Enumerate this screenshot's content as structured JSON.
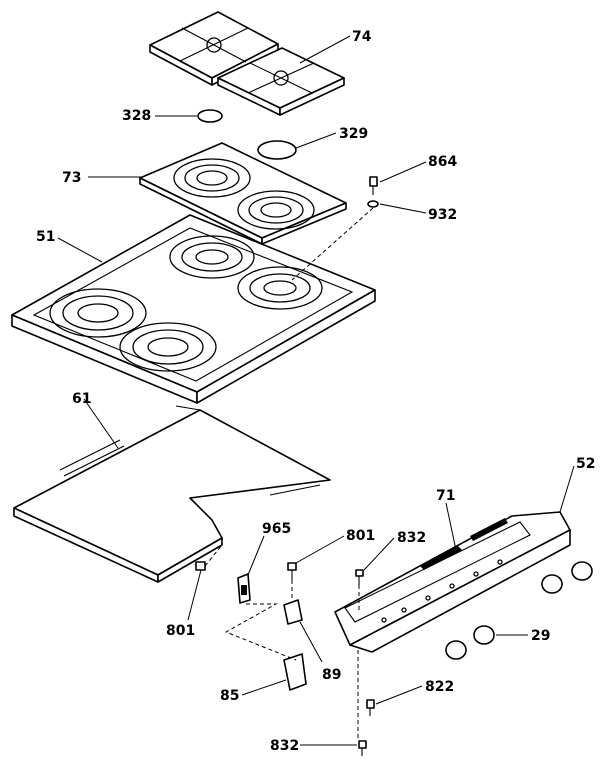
{
  "parts": [
    {
      "id": "74",
      "name": "grate"
    },
    {
      "id": "328",
      "name": "cap-small"
    },
    {
      "id": "329",
      "name": "cap-large"
    },
    {
      "id": "73",
      "name": "drip-tray-rear"
    },
    {
      "id": "864",
      "name": "screw"
    },
    {
      "id": "932",
      "name": "washer"
    },
    {
      "id": "51",
      "name": "cooktop"
    },
    {
      "id": "61",
      "name": "bottom-panel"
    },
    {
      "id": "965",
      "name": "bracket-clip"
    },
    {
      "id": "801",
      "name": "screw-top"
    },
    {
      "id": "801",
      "name": "screw-left"
    },
    {
      "id": "832",
      "name": "screw-upper"
    },
    {
      "id": "71",
      "name": "manifold-panel"
    },
    {
      "id": "52",
      "name": "control-panel"
    },
    {
      "id": "29",
      "name": "knob"
    },
    {
      "id": "89",
      "name": "bracket"
    },
    {
      "id": "85",
      "name": "switch"
    },
    {
      "id": "822",
      "name": "screw-bottom"
    },
    {
      "id": "832",
      "name": "screw-lower"
    }
  ]
}
